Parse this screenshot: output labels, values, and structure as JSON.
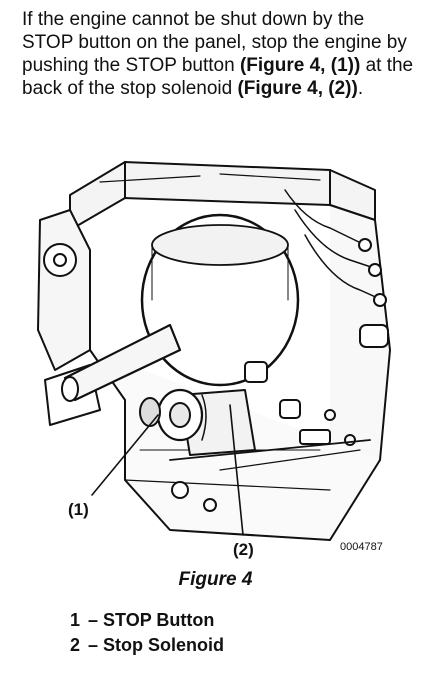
{
  "instruction": {
    "part1": "If the engine cannot be shut down by the STOP button on the panel, stop the engine by pushing the STOP button ",
    "ref1": "(Figure 4, (1))",
    "part2": " at the back of the stop solenoid ",
    "ref2": "(Figure 4, (2))",
    "part3": "."
  },
  "figure": {
    "callout_1": "(1)",
    "callout_2": "(2)",
    "part_code": "0004787",
    "caption": "Figure 4"
  },
  "legend": [
    {
      "number": "1",
      "label": "– STOP Button"
    },
    {
      "number": "2",
      "label": "– Stop Solenoid"
    }
  ]
}
